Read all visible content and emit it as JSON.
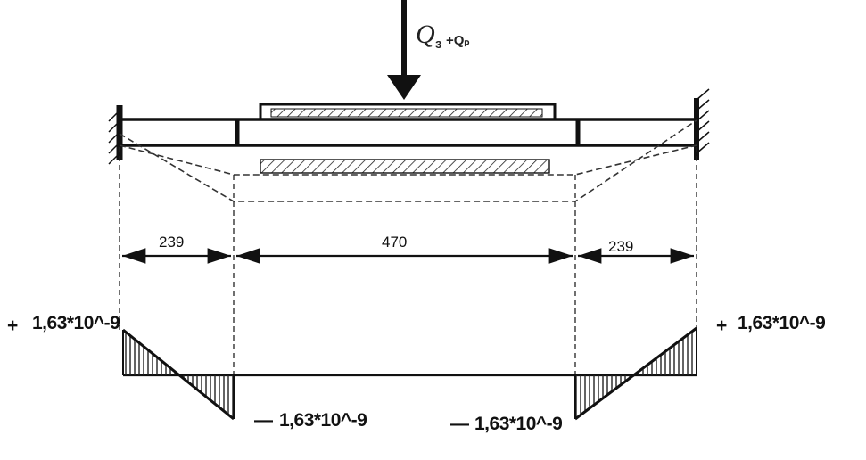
{
  "load": {
    "symbol": "Q",
    "subscript": "з",
    "rest": "+Qₚ"
  },
  "dimensions": {
    "left": "239",
    "middle": "470",
    "right": "239"
  },
  "diagram_values": {
    "left_top": "1,63*10^-9",
    "left_bottom": "1,63*10^-9",
    "right_top": "1,63*10^-9",
    "right_bottom": "1,63*10^-9",
    "plus_sign": "+",
    "minus_sign": "—"
  },
  "colors": {
    "ink": "#111111"
  }
}
